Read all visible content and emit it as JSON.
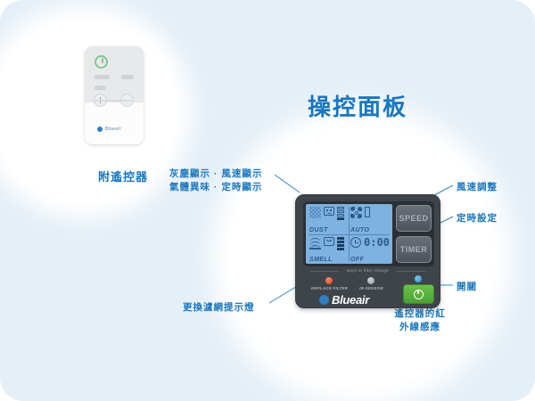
{
  "page": {
    "title": "操控面板",
    "background_color": "#e4eff7",
    "accent_color": "#1a76bd"
  },
  "remote": {
    "caption": "附遙控器",
    "brand": "Blueair",
    "buttons": [
      "power",
      "mode",
      "filter",
      "speed",
      "plus",
      "minus"
    ]
  },
  "annotations": {
    "display": "灰塵顯示 · 風速顯示\n氣體異味 · 定時顯示",
    "display_line1": "灰塵顯示 · 風速顯示",
    "display_line2": "氣體異味 · 定時顯示",
    "speed": "風速調整",
    "timer": "定時設定",
    "power": "開關",
    "filter_lamp": "更換濾網提示燈",
    "ir_sensor_line1": "遙控器的紅",
    "ir_sensor_line2": "外線感應",
    "line_color": "#2f86c5"
  },
  "panel": {
    "body_color": "#3f444a",
    "lcd_color": "#7eb2e0",
    "lcd": {
      "cells": [
        {
          "label": "DUST",
          "icon": "dust-hatch-icon",
          "face": "happy",
          "gauge_total": 4,
          "gauge_filled": 1
        },
        {
          "label": "AUTO",
          "icon": "fan-icon",
          "value": ""
        },
        {
          "label": "SMELL",
          "icon": "smell-waves-icon",
          "face": "sad",
          "gauge_total": 4,
          "gauge_filled": 4
        },
        {
          "label": "OFF",
          "icon": "clock-icon",
          "value": "0:00"
        }
      ]
    },
    "buttons": [
      {
        "name": "speed-button",
        "label": "SPEED"
      },
      {
        "name": "timer-button",
        "label": "TIMER"
      }
    ],
    "days_text": "Days to filter change",
    "leds": [
      {
        "name": "replace-filter-led",
        "label": "REPLACE FILTER",
        "color": "#de3b22"
      },
      {
        "name": "ir-sensor-led",
        "label": "IR-SENSOR",
        "color": "#8e979f"
      },
      {
        "name": "power-led",
        "label": "",
        "color": "#2f8fd0"
      }
    ],
    "power_button": {
      "name": "power-button",
      "color": "#4ba234"
    },
    "brand": "Blueair"
  }
}
